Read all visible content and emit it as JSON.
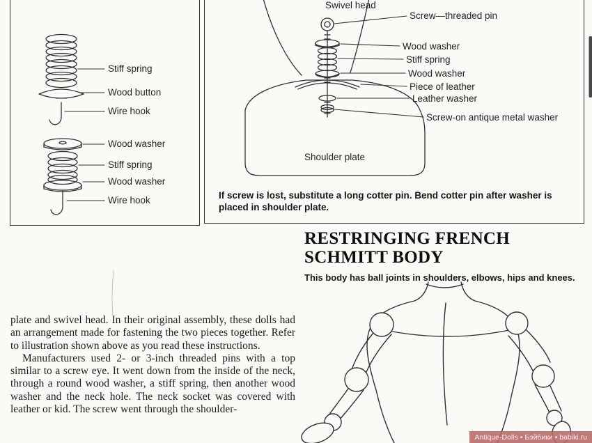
{
  "colors": {
    "ink": "#2e2e2e",
    "paper": "#fbfaf7",
    "watermark_bg": "#ba6868"
  },
  "left_box": {
    "assembly1": {
      "labels": [
        "Stiff spring",
        "Wood button",
        "Wire hook"
      ]
    },
    "assembly2": {
      "labels": [
        "Wood washer",
        "Stiff spring",
        "Wood washer",
        "Wire hook"
      ]
    }
  },
  "right_box": {
    "top_label": "Swivel head",
    "labels": [
      "Screw—threaded pin",
      "Wood washer",
      "Stiff spring",
      "Wood washer",
      "Piece of leather",
      "Leather washer",
      "Screw-on antique metal washer"
    ],
    "plate_label": "Shoulder plate",
    "caption": "If screw is lost, substitute a long cotter pin. Bend cotter pin after washer is placed in shoulder plate."
  },
  "section": {
    "title_line1": "RESTRINGING FRENCH",
    "title_line2": "SCHMITT BODY",
    "subtitle": "This body has ball joints in shoulders, elbows, hips and knees."
  },
  "article": {
    "para1": "plate and swivel head. In their original assembly, these dolls had an arrangement made for fastening the two pieces together. Refer to illustration shown above as you read these instructions.",
    "para2": "Manufacturers used 2- or 3-inch threaded pins with a top similar to a screw eye. It went down from the inside of the neck, through a round wood washer, a stiff spring, then another wood washer and the neck hole. The neck socket was covered with leather or kid. The screw went through the shoulder-"
  },
  "watermark": {
    "text": "Antique-Dolls • Бэйбики • babiki.ru"
  }
}
